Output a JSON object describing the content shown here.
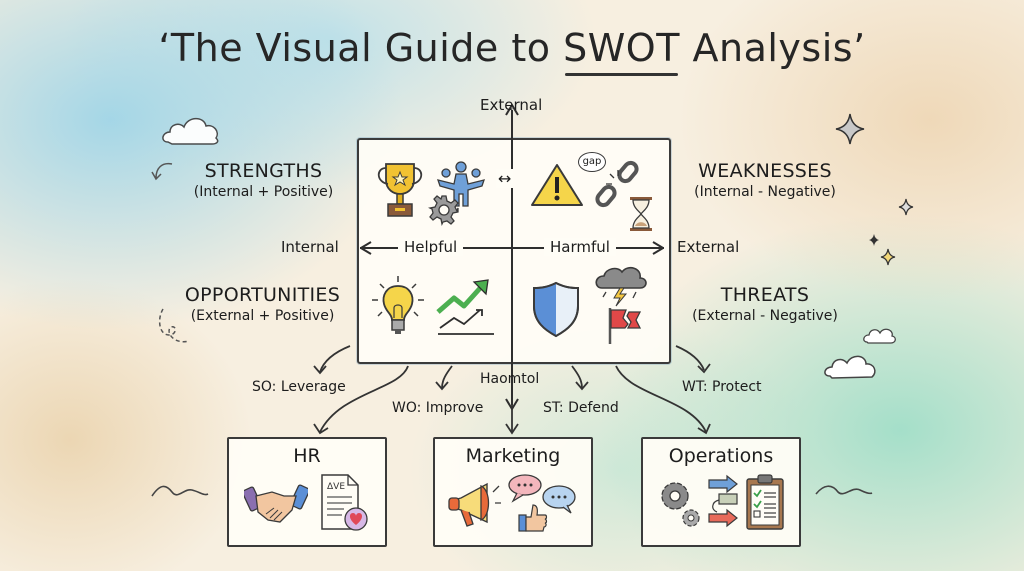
{
  "title": {
    "prefix": "‘The Visual Guide to ",
    "underlined": "SWOT",
    "suffix": " Analysis’"
  },
  "axes": {
    "top": "External",
    "left": "Internal",
    "right": "External",
    "helpful": "Helpful",
    "harmful": "Harmful",
    "bottom": "Haomtol"
  },
  "quadrants": {
    "strengths": {
      "title": "STRENGTHS",
      "subtitle": "(Internal + Positive)",
      "icons": [
        "trophy-icon",
        "team-icon",
        "gear-icon"
      ]
    },
    "weaknesses": {
      "title": "WEAKNESSES",
      "subtitle": "(Internal - Negative)",
      "icons": [
        "warning-icon",
        "broken-chain-icon",
        "hourglass-icon"
      ],
      "bubble": "gap"
    },
    "opportunities": {
      "title": "OPPORTUNITIES",
      "subtitle": "(External + Positive)",
      "icons": [
        "lightbulb-icon",
        "growth-arrow-icon"
      ]
    },
    "threats": {
      "title": "THREATS",
      "subtitle": "(External - Negative)",
      "icons": [
        "shield-icon",
        "storm-cloud-icon",
        "torn-flag-icon"
      ]
    }
  },
  "center_arrow": "↔",
  "strategies": [
    {
      "code": "SO: Leverage"
    },
    {
      "code": "WO: Improve"
    },
    {
      "code": "ST: Defend"
    },
    {
      "code": "WT: Protect"
    }
  ],
  "departments": [
    {
      "name": "HR",
      "icons": [
        "handshake-icon",
        "document-heart-icon"
      ],
      "doc_text": "ΔVE"
    },
    {
      "name": "Marketing",
      "icons": [
        "megaphone-icon",
        "chat-bubbles-icon",
        "thumbs-up-icon"
      ]
    },
    {
      "name": "Operations",
      "icons": [
        "gears-icon",
        "process-arrows-icon",
        "checklist-clipboard-icon"
      ]
    }
  ],
  "colors": {
    "ink": "#262626",
    "sky": "#96d2e8",
    "sand": "#eed6b4",
    "mint": "#a0dec8",
    "paper": "#fffdf6"
  }
}
